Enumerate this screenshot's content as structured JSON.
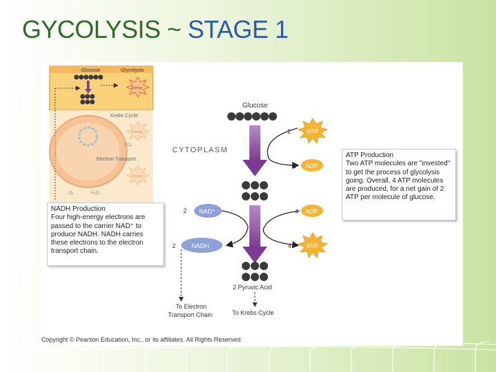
{
  "slide": {
    "title_part1": "GYCOLYSIS",
    "title_part2": "~",
    "title_part3": "STAGE 1"
  },
  "diagram": {
    "overview": {
      "glucose": "Glucose",
      "glycolysis": "Glycolysis",
      "krebs_cycle": "Krebs Cycle",
      "electron_transport": "Electron Transport",
      "energy": "Energy",
      "co2": "CO₂",
      "o2": "O₂",
      "h2o": "H₂O"
    },
    "glucose_label": "Glucose",
    "cytoplasm_label": "CYTOPLASM",
    "atp_in_count": "2",
    "atp_label": "ATP",
    "adp_label": "ADP",
    "adp_out_count": "2",
    "nad_count": "2",
    "nad_label": "NAD⁺",
    "nadh_count": "2",
    "nadh_label": "NADH",
    "adp_in_count": "4",
    "atp_out_count": "4",
    "pyruvic_label": "2 Pyruvic Acid",
    "to_electron_line1": "To Electron",
    "to_electron_line2": "Transport Chain",
    "to_krebs": "To Krebs Cycle",
    "atp_box": {
      "heading": "ATP Production",
      "body": "Two ATP molecules are \"invested\" to get the process of glycolysis going. Overall, 4 ATP molecules are produced, for a net gain of 2 ATP per molecule of glucose."
    },
    "nadh_box": {
      "heading": "NADH Production",
      "body": "Four high-energy electrons are passed to the carrier NAD⁺ to produce NADH. NADH carries these electrons to the electron transport chain."
    },
    "copyright": "Copyright © Pearson Education, Inc., or its affiliates.  All Rights Reserved."
  },
  "colors": {
    "title_green": "#2e6b2a",
    "title_blue": "#2a5aa8",
    "arrow_purple": "#8a3d9a",
    "atp_gold": "#f6b233",
    "nad_purple": "#8fa0d8",
    "molecule": "#3a3a3a"
  }
}
